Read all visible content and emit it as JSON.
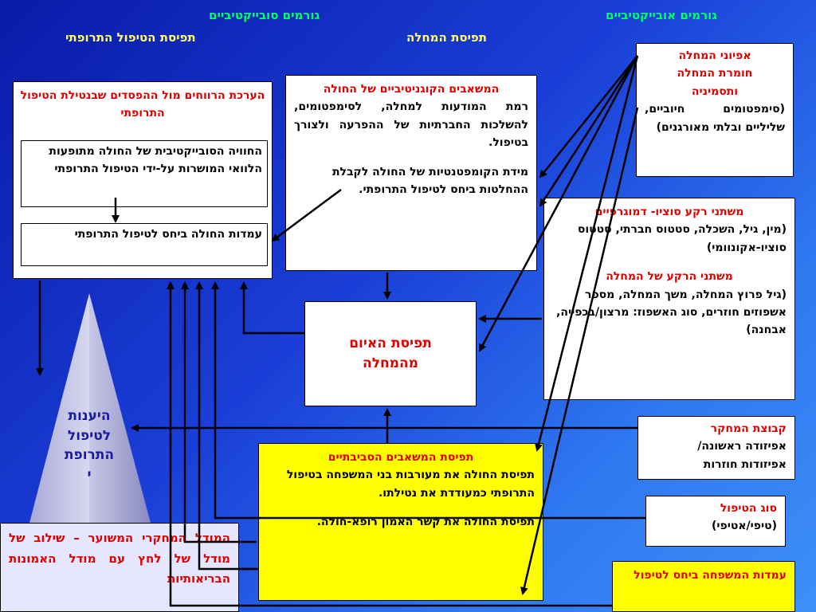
{
  "headers": {
    "objective": "גורמים אובייקטיביים",
    "subjective": "גורמים סובייקטיביים",
    "illness_perception": "תפיסת המחלה",
    "treatment_perception": "תפיסת הטיפול התרופתי"
  },
  "illness_features": {
    "title_lines": [
      "אפיוני המחלה",
      "חומרת המחלה",
      "ותסמיניה"
    ],
    "body": "(סימפטומים חיוביים, שליליים ובלתי מאורגנים)"
  },
  "socio_demo": {
    "title": "משתני רקע סוציו- דמוגרפיים",
    "body": "(מין, גיל, השכלה, סטטוס חברתי, סטטוס סוציו-אקונוומי)",
    "title2": "משתני הרקע של המחלה",
    "body2": "(גיל פרוץ המחלה, משך המחלה, מספר אשפוזים חוזרים, סוג האשפוז: מרצון/בכפייה, אבחנה)"
  },
  "research_group": {
    "title": "קבוצת המחקר",
    "lines": [
      "אפיזודה ראשונה/",
      "אפיזודות חוזרות"
    ]
  },
  "treatment_type": {
    "title": "סוג הטיפול",
    "body": "(טיפי/אטיפי)"
  },
  "family_attitude": {
    "title": "עמדות המשפחה ביחס לטיפול"
  },
  "cognitive_resources": {
    "title": "המשאבים הקוגניטיביים של החולה",
    "body1": "רמת המודעות למחלה, לסימפטומים, להשלכות החברתיות של ההפרעה ולצורך בטיפול.",
    "body2": "מידת הקומפטנטיות של החולה לקבלת ההחלטות ביחס לטיפול התרופתי."
  },
  "threat_perception": {
    "title": "תפיסת האיום מהמחלה"
  },
  "environmental_resources": {
    "title": "תפיסת המשאבים הסביבתיים",
    "body1": "תפיסת החולה את מעורבות בני המשפחה בטיפול התרופתי כמעודדת את נטילתו.",
    "body2": "תפיסת החולה את קשר האמון רופא-חולה."
  },
  "cost_benefit": {
    "title": "הערכת הרווחים מול ההפסדים שבנטילת הטיפול התרופתי",
    "inner1": "החוויה הסובייקטיבית של החולה מתופעות הלוואי המושרות על-ידי הטיפול התרופתי",
    "inner2": "עמדות החולה ביחס לטיפול התרופתי"
  },
  "pyramid": {
    "label_lines": [
      "היענות",
      "לטיפול",
      "התרופת",
      "י"
    ]
  },
  "model": {
    "text": "המודל המחקרי המשוער – שילוב של מודל של לחץ עם מודל האמונות הבריאותיות"
  },
  "colors": {
    "header_green": "#00ff66",
    "header_yellow": "#ffff66",
    "title_red": "#e00000",
    "box_yellow": "#ffff00",
    "pyramid_text": "#1a1aa0"
  }
}
